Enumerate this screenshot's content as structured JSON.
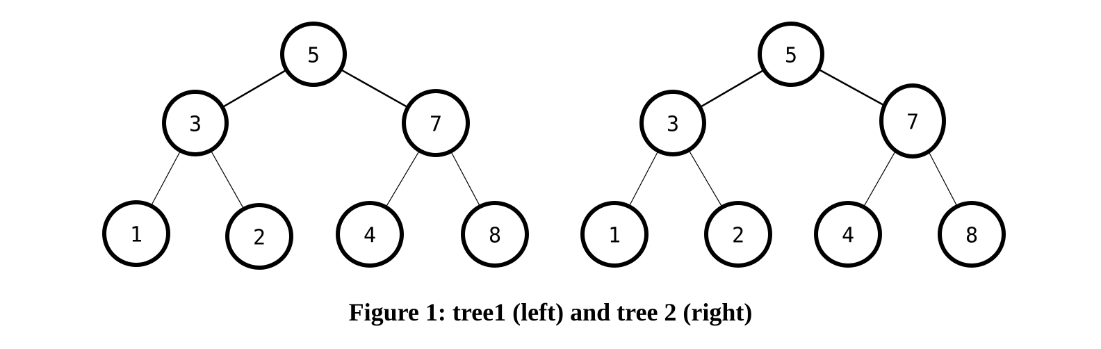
{
  "caption": "Figure 1: tree1 (left) and tree 2 (right)",
  "trees": [
    {
      "id": "tree1",
      "nodes": [
        {
          "id": "n5",
          "label": "5"
        },
        {
          "id": "n3",
          "label": "3"
        },
        {
          "id": "n7",
          "label": "7"
        },
        {
          "id": "n1",
          "label": "1"
        },
        {
          "id": "n2",
          "label": "2"
        },
        {
          "id": "n4",
          "label": "4"
        },
        {
          "id": "n8",
          "label": "8"
        }
      ],
      "edges": [
        [
          "n5",
          "n3"
        ],
        [
          "n5",
          "n7"
        ],
        [
          "n3",
          "n1"
        ],
        [
          "n3",
          "n2"
        ],
        [
          "n7",
          "n4"
        ],
        [
          "n7",
          "n8"
        ]
      ]
    },
    {
      "id": "tree2",
      "nodes": [
        {
          "id": "n5",
          "label": "5"
        },
        {
          "id": "n3",
          "label": "3"
        },
        {
          "id": "n7",
          "label": "7"
        },
        {
          "id": "n1",
          "label": "1"
        },
        {
          "id": "n2",
          "label": "2"
        },
        {
          "id": "n4",
          "label": "4"
        },
        {
          "id": "n8",
          "label": "8"
        }
      ],
      "edges": [
        [
          "n5",
          "n3"
        ],
        [
          "n5",
          "n7"
        ],
        [
          "n3",
          "n1"
        ],
        [
          "n3",
          "n2"
        ],
        [
          "n7",
          "n4"
        ],
        [
          "n7",
          "n8"
        ]
      ]
    }
  ]
}
